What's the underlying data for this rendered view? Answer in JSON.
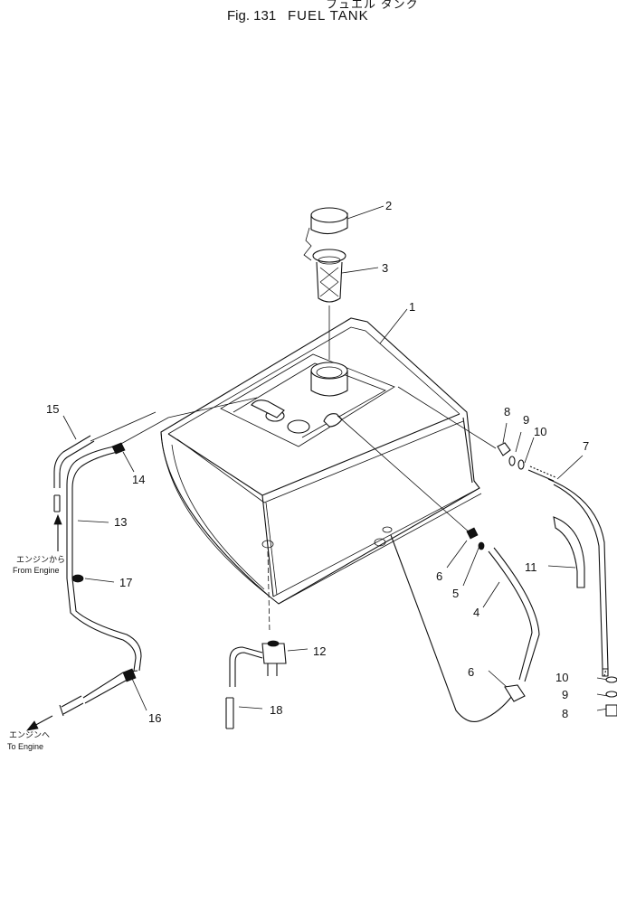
{
  "header": {
    "jp_title": "フュエル タンク",
    "fig_label": "Fig. 131",
    "fig_title": "FUEL TANK"
  },
  "callouts": {
    "c1": "1",
    "c2": "2",
    "c3": "3",
    "c4": "4",
    "c5": "5",
    "c6a": "6",
    "c6b": "6",
    "c7": "7",
    "c8a": "8",
    "c8b": "8",
    "c9a": "9",
    "c9b": "9",
    "c10a": "10",
    "c10b": "10",
    "c11": "11",
    "c12": "12",
    "c13": "13",
    "c14": "14",
    "c15": "15",
    "c16": "16",
    "c17": "17",
    "c18": "18"
  },
  "notes": {
    "from_engine_jp": "エンジンから",
    "from_engine_en": "From Engine",
    "to_engine_jp": "エンジンへ",
    "to_engine_en": "To Engine"
  }
}
